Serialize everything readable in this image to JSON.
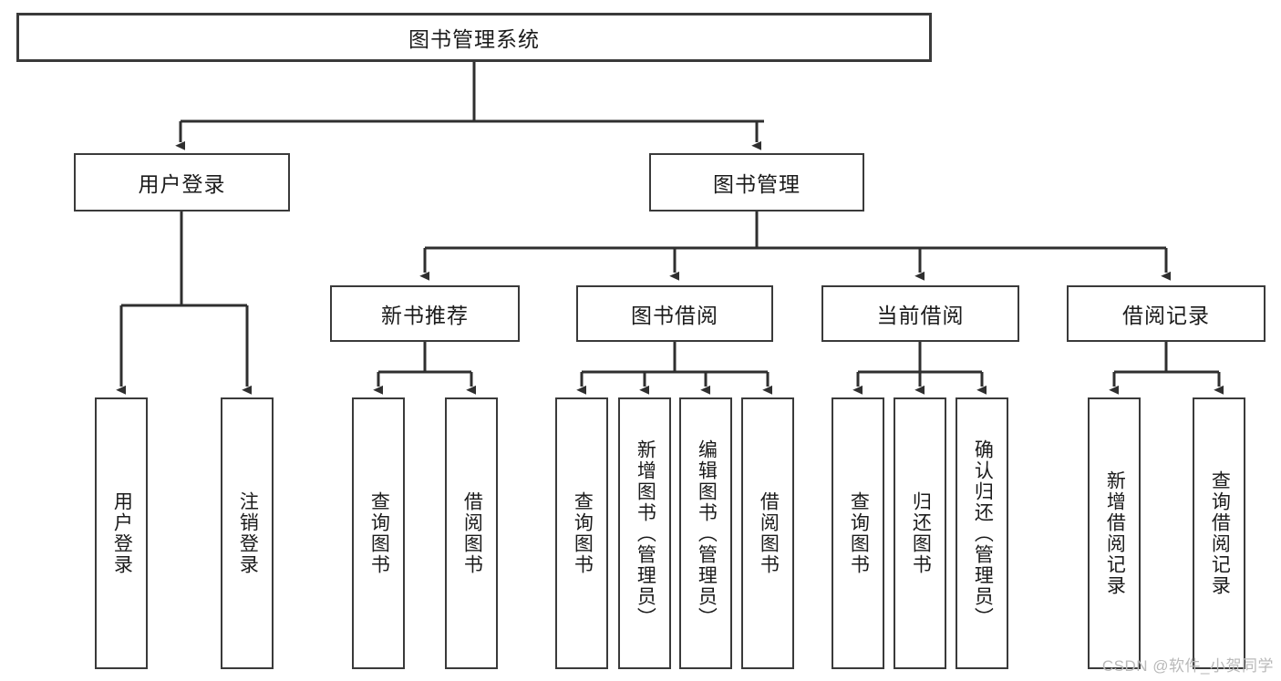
{
  "diagram": {
    "title": "图书管理系统",
    "type": "tree-hierarchy-diagram",
    "colors": {
      "box_border": "#3a3a3a",
      "box_fill": "#ffffff",
      "connector": "#2f2f2f",
      "text": "#1b1b1b",
      "watermark": "#b9b9b9",
      "background": "#ffffff"
    },
    "root": {
      "label": "图书管理系统"
    },
    "level2": [
      {
        "label": "用户登录"
      },
      {
        "label": "图书管理"
      }
    ],
    "level3": [
      {
        "label": "新书推荐"
      },
      {
        "label": "图书借阅"
      },
      {
        "label": "当前借阅"
      },
      {
        "label": "借阅记录"
      }
    ],
    "leaves": {
      "user_login": [
        {
          "label": "用户登录"
        },
        {
          "label": "注销登录"
        }
      ],
      "new_book_recommend": [
        {
          "label": "查询图书"
        },
        {
          "label": "借阅图书"
        }
      ],
      "book_borrow": [
        {
          "label": "查询图书"
        },
        {
          "label": "新增图书（管理员）"
        },
        {
          "label": "编辑图书（管理员）"
        },
        {
          "label": "借阅图书"
        }
      ],
      "current_borrow": [
        {
          "label": "查询图书"
        },
        {
          "label": "归还图书"
        },
        {
          "label": "确认归还（管理员）"
        }
      ],
      "borrow_record": [
        {
          "label": "新增借阅记录"
        },
        {
          "label": "查询借阅记录"
        }
      ]
    },
    "watermark": "CSDN @软件_小贺同学"
  }
}
